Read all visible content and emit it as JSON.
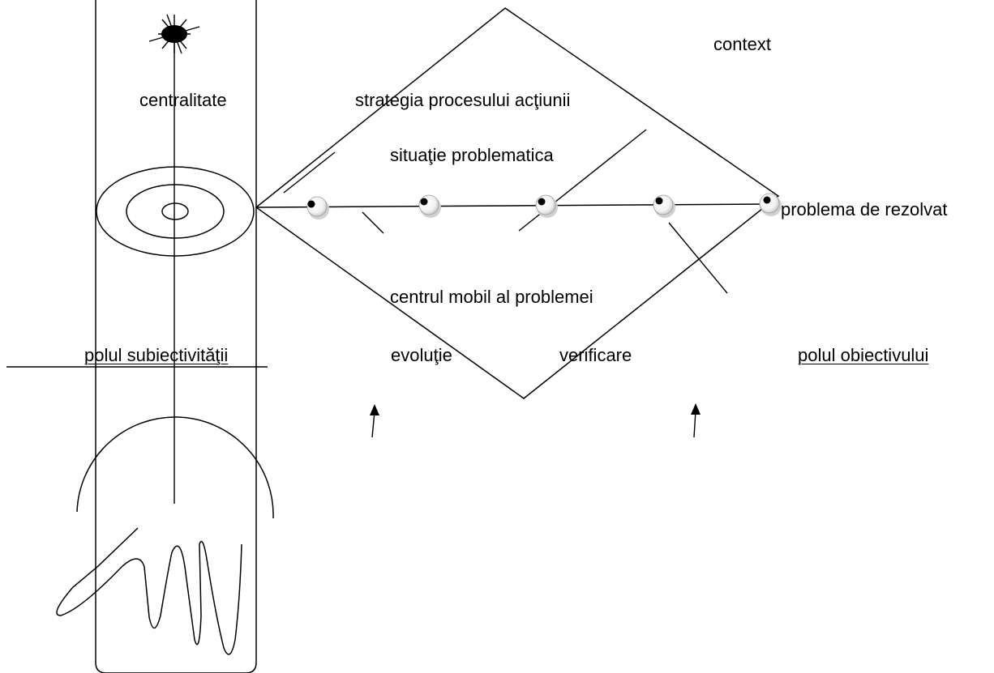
{
  "labels": {
    "context": "context",
    "centralitate": "centralitate",
    "strategy": "strategia procesului acţiunii",
    "situation": "situaţie problematica",
    "problem": "problema de rezolvat",
    "mobile_center": "centrul mobil al problemei",
    "subjectivity_pole": "polul subiectivităţii",
    "evolution": "evoluţie",
    "verification": "verificare",
    "objective_pole": "polul obiectivului"
  },
  "colors": {
    "line": "#000000",
    "node_fill": "#ffffff",
    "node_shadow": "#d9d9d9",
    "background": "#ffffff"
  },
  "icons": [
    "sun-icon",
    "target-icon",
    "hand-icon",
    "arrow-up-icon"
  ]
}
